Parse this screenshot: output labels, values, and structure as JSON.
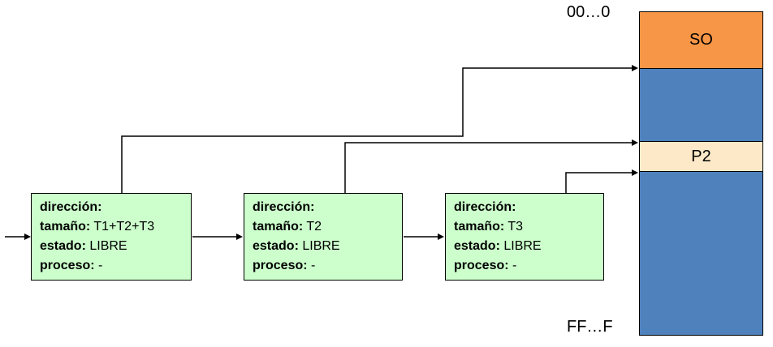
{
  "memory": {
    "top_label": "00…0",
    "bottom_label": "FF…F",
    "segments": [
      {
        "name": "so",
        "label": "SO",
        "color": "#F79646"
      },
      {
        "name": "used-upper",
        "label": "",
        "color": "#4F81BD"
      },
      {
        "name": "p2",
        "label": "P2",
        "color": "#FDE9C8"
      },
      {
        "name": "used-lower",
        "label": "",
        "color": "#4F81BD"
      }
    ]
  },
  "nodes": [
    {
      "direccion_label": "dirección:",
      "direccion_value": "",
      "tamano_label": "tamaño:",
      "tamano_value": "T1+T2+T3",
      "estado_label": "estado:",
      "estado_value": "LIBRE",
      "proceso_label": "proceso:",
      "proceso_value": "-"
    },
    {
      "direccion_label": "dirección:",
      "direccion_value": "",
      "tamano_label": "tamaño:",
      "tamano_value": "T2",
      "estado_label": "estado:",
      "estado_value": "LIBRE",
      "proceso_label": "proceso:",
      "proceso_value": "-"
    },
    {
      "direccion_label": "dirección:",
      "direccion_value": "",
      "tamano_label": "tamaño:",
      "tamano_value": "T3",
      "estado_label": "estado:",
      "estado_value": "LIBRE",
      "proceso_label": "proceso:",
      "proceso_value": "-"
    }
  ],
  "colors": {
    "node_fill": "#CCFFCC",
    "line": "#000000"
  }
}
